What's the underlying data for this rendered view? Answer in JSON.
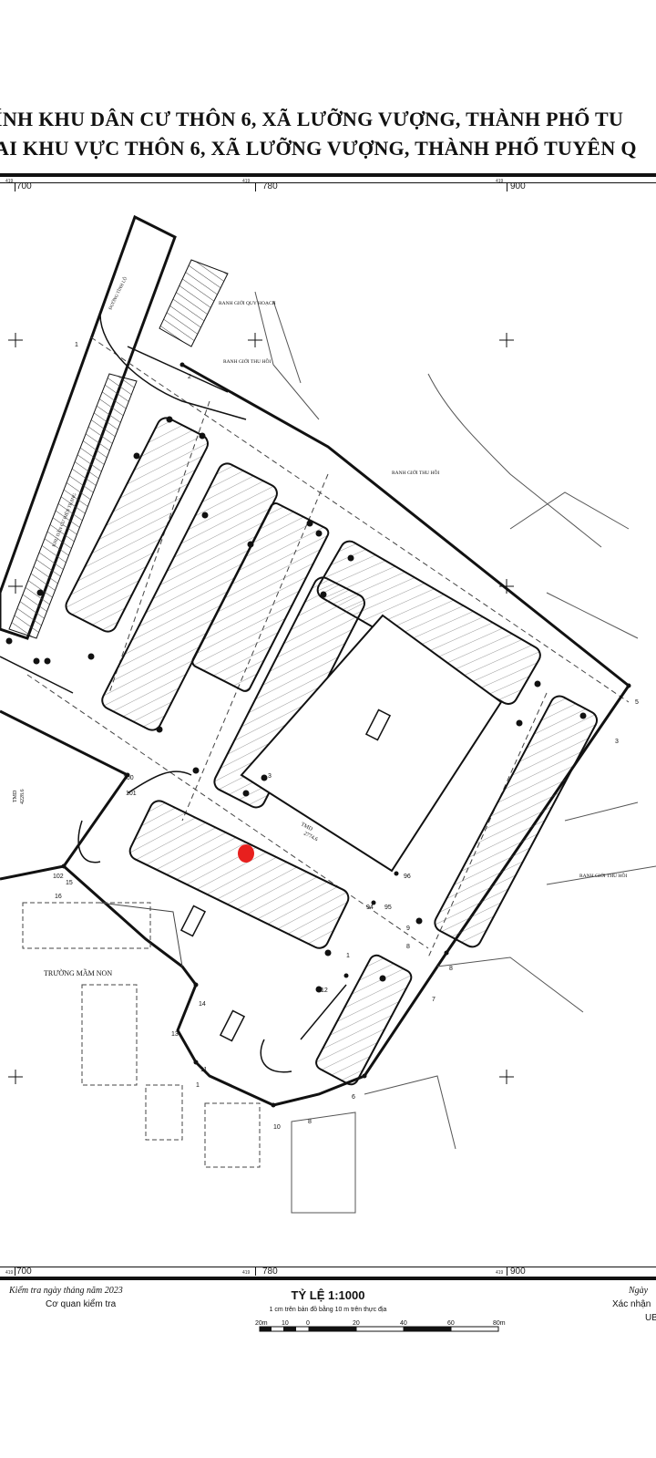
{
  "titles": {
    "line1": "ÍNH KHU DÂN CƯ THÔN 6, XÃ LƯỠNG VƯỢNG, THÀNH PHỐ TU",
    "line2": "AI KHU VỰC THÔN 6, XÃ LƯỠNG VƯỢNG, THÀNH PHỐ TUYÊN Q"
  },
  "grid": {
    "top": [
      {
        "prefix": "419",
        "value": "700"
      },
      {
        "prefix": "419",
        "value": "780"
      },
      {
        "prefix": "419",
        "value": "900"
      }
    ],
    "bottom": [
      {
        "prefix": "419",
        "value": "700"
      },
      {
        "prefix": "419",
        "value": "780"
      },
      {
        "prefix": "419",
        "value": "900"
      }
    ]
  },
  "map": {
    "labels": {
      "ranh_quy_hoach": "RANH GIỚI QUY HOẠCH",
      "ranh_thu_hoi_1": "RANH GIỚI THU HỒI",
      "ranh_thu_hoi_2": "RANH GIỚI THU HỒI",
      "ranh_thu_hoi_3": "RANH GIỚI THU HỒI",
      "truong_mam_non": "TRƯỜNG MẦM NON",
      "khu_dan_cu": "KHU DÂN CƯ HIỆN TRẠNG",
      "duong": "ĐƯỜNG TỈNH LỘ",
      "tmd_1": "TMD",
      "tmd_2": "TMD",
      "tmd_1_area": "4228.6",
      "tmd_2_area": "2774.6"
    },
    "points": [
      "1",
      "2",
      "3",
      "4",
      "5",
      "6",
      "7",
      "8",
      "9",
      "10",
      "11",
      "12",
      "13",
      "14",
      "15",
      "16",
      "94",
      "95",
      "96",
      "100",
      "101",
      "102"
    ]
  },
  "footer": {
    "check_line": "Kiểm tra ngày     tháng     năm 2023",
    "agency": "Cơ quan kiểm tra",
    "scale_title": "TỶ LỆ 1:1000",
    "scale_note": "1 cm trên bản đồ bằng 10 m trên thực địa",
    "scale_labels": [
      "20m",
      "10",
      "0",
      "20",
      "40",
      "60",
      "80m"
    ],
    "right_1": "Ngày",
    "right_2": "Xác nhận",
    "right_3": "UB"
  }
}
